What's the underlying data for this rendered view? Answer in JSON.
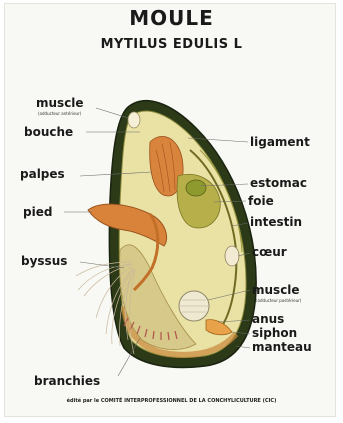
{
  "title": "MOULE",
  "subtitle": "MYTILUS EDULIS L",
  "labels": {
    "muscle_ant": "muscle",
    "muscle_ant_sub": "(adducteur antérieur)",
    "bouche": "bouche",
    "palpes": "palpes",
    "pied": "pied",
    "byssus": "byssus",
    "branchies": "branchies",
    "ligament": "ligament",
    "estomac": "estomac",
    "foie": "foie",
    "intestin": "intestin",
    "coeur": "cœur",
    "muscle_post": "muscle",
    "muscle_post_sub": "(adducteur postérieur)",
    "anus": "anus",
    "siphon": "siphon",
    "manteau": "manteau"
  },
  "footer": "édité par le COMITÉ INTERPROFESSIONNEL DE LA CONCHYLICULTURE (CIC)"
}
